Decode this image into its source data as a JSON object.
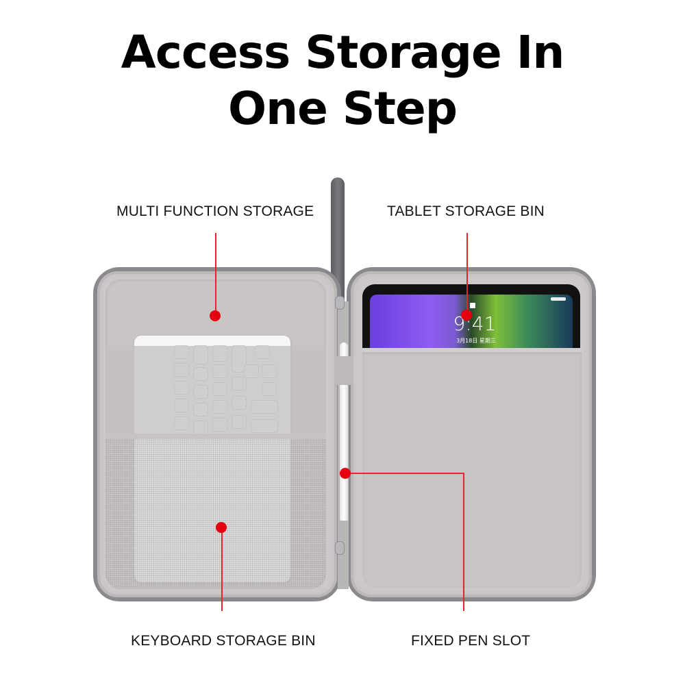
{
  "headline": {
    "line1": "Access Storage In",
    "line2": "One Step"
  },
  "callouts": [
    {
      "id": "multi-function-storage",
      "label": "MULTI FUNCTION STORAGE"
    },
    {
      "id": "tablet-storage-bin",
      "label": "TABLET STORAGE BIN"
    },
    {
      "id": "keyboard-storage-bin",
      "label": "KEYBOARD STORAGE BIN"
    },
    {
      "id": "fixed-pen-slot",
      "label": "FIXED PEN SLOT"
    }
  ],
  "tablet_screen": {
    "time": "9:41",
    "date": "3月18日 星期三"
  },
  "colors": {
    "accent_red": "#e4000f",
    "case_shell": "#8a8a8e",
    "case_lining": "#cdc9c9",
    "strap": "#6b6b6f"
  }
}
